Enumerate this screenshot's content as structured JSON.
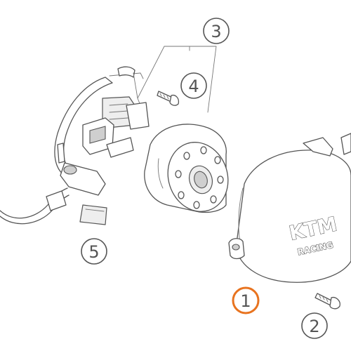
{
  "diagram": {
    "highlight_color": "#e8731f",
    "line_color": "#555555",
    "callouts": [
      {
        "id": "1",
        "label": "1",
        "highlighted": true
      },
      {
        "id": "2",
        "label": "2",
        "highlighted": false
      },
      {
        "id": "3",
        "label": "3",
        "highlighted": false
      },
      {
        "id": "4",
        "label": "4",
        "highlighted": false
      },
      {
        "id": "5",
        "label": "5",
        "highlighted": false
      }
    ],
    "parts": [
      {
        "callout": "1",
        "name": "ignition-cover",
        "logo_text": "KTM",
        "logo_subtext": "RACING"
      },
      {
        "callout": "2",
        "name": "cover-screw"
      },
      {
        "callout": "3",
        "name": "stator-assembly"
      },
      {
        "callout": "4",
        "name": "stator-screw"
      },
      {
        "callout": "5",
        "name": "gasket-pad"
      }
    ]
  }
}
